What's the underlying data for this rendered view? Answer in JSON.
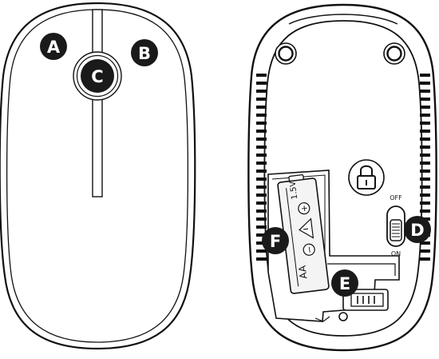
{
  "callouts": {
    "a": "A",
    "b": "B",
    "c": "C",
    "d": "D",
    "e": "E",
    "f": "F"
  },
  "switch": {
    "off_label": "OFF",
    "on_label": "ON"
  },
  "battery": {
    "type_label": "AA",
    "voltage_label": "1.5V",
    "minus_symbol": "−",
    "plus_symbol": "+"
  },
  "colors": {
    "outline": "#111111",
    "callout_fill": "#1a1a1a",
    "callout_text": "#ffffff",
    "background": "#ffffff",
    "battery_fill": "#f4f4f4"
  },
  "icons": {
    "battery_cover": "lock-icon"
  }
}
